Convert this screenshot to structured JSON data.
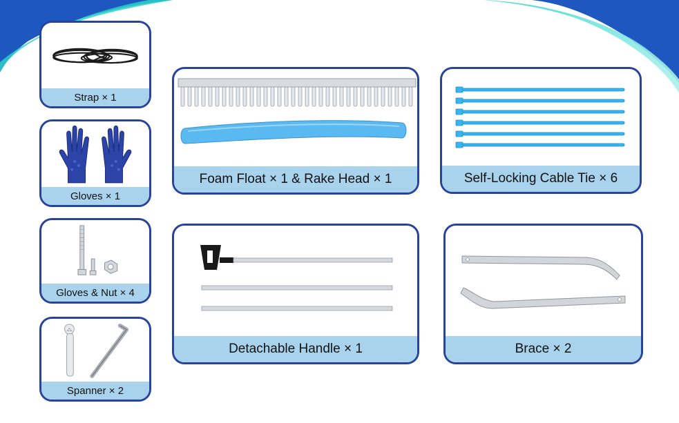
{
  "items": [
    {
      "id": "strap",
      "label": "Strap × 1",
      "icon": "rope-coil-icon"
    },
    {
      "id": "gloves",
      "label": "Gloves × 1",
      "icon": "gloves-icon"
    },
    {
      "id": "bolts",
      "label": "Gloves & Nut  × 4",
      "icon": "bolt-nut-icon"
    },
    {
      "id": "spanner",
      "label": "Spanner × 2",
      "icon": "spanner-icon"
    },
    {
      "id": "float-rake",
      "label": "Foam Float × 1  & Rake Head × 1",
      "icon": "rake-float-icon"
    },
    {
      "id": "cable-tie",
      "label": "Self-Locking Cable Tie × 6",
      "icon": "cable-tie-icon"
    },
    {
      "id": "handle",
      "label": "Detachable Handle × 1",
      "icon": "handle-poles-icon"
    },
    {
      "id": "brace",
      "label": "Brace × 2",
      "icon": "brace-icon"
    }
  ],
  "colors": {
    "card_border": "#27449a",
    "label_bg": "#a9d3ec",
    "wave_blue": "#1f57c0",
    "wave_teal": "#2bd1c8",
    "cable_tie": "#3ab4f0",
    "foam": "#5ab9f0",
    "metal": "#c8ccd2"
  }
}
